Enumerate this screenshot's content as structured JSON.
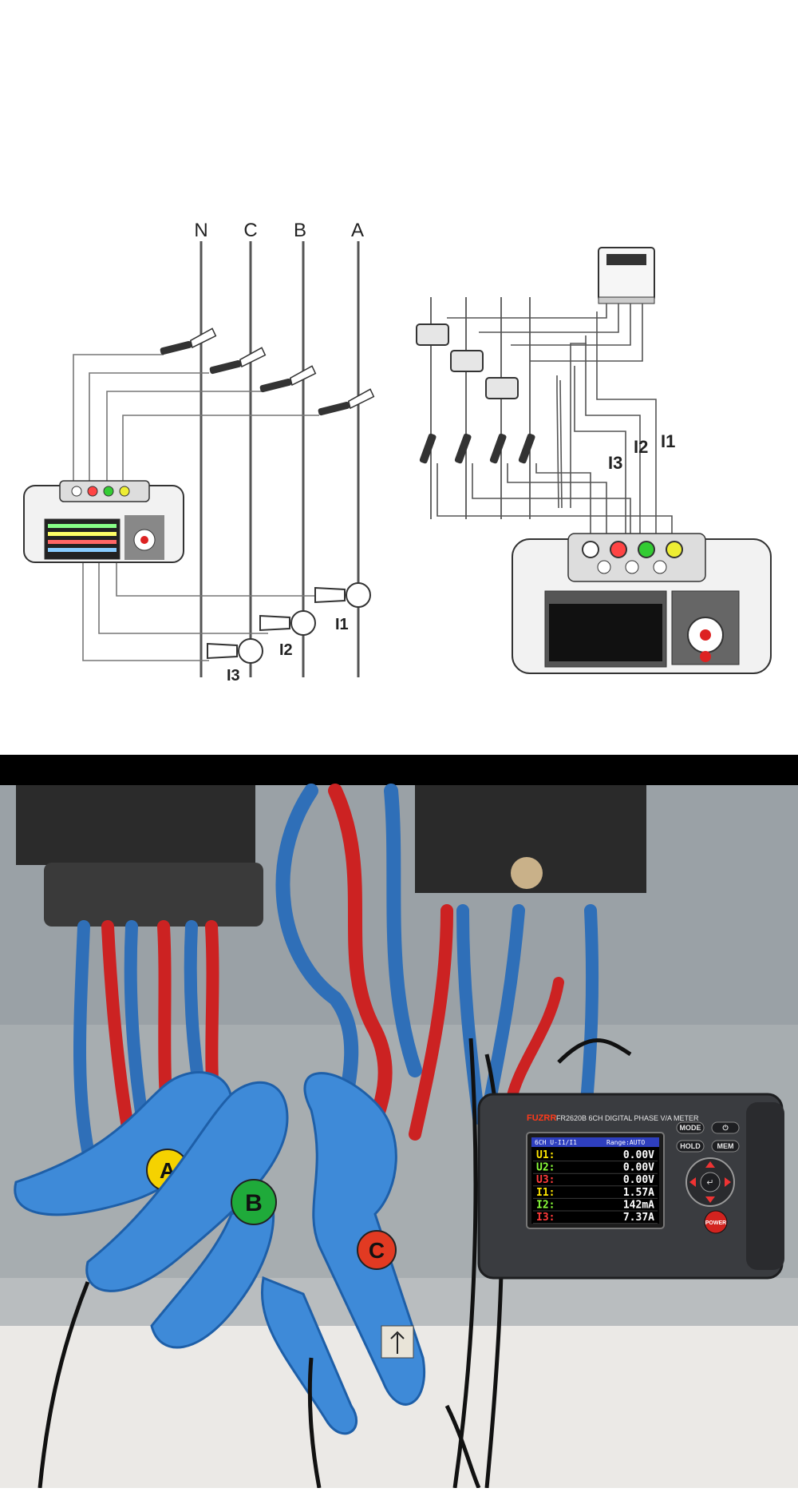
{
  "diagram": {
    "bus_labels": [
      "N",
      "C",
      "B",
      "A"
    ],
    "left_clamp_labels": [
      "I1",
      "I2",
      "I3"
    ],
    "right_labels": [
      "I3",
      "I2",
      "I1"
    ]
  },
  "photo": {
    "clamp_labels": [
      "A",
      "B",
      "C"
    ],
    "meter": {
      "brand": "FUZRR",
      "model_line": "FR2620B 6CH DIGITAL PHASE V/A METER",
      "header_left": "6CH U-I1/I1",
      "header_right": "Range:AUTO",
      "buttons": [
        "MODE",
        "HOLD",
        "MEM",
        "POWER"
      ],
      "readings": [
        {
          "label": "U1:",
          "value": "0.00V",
          "color": "#ffe600"
        },
        {
          "label": "U2:",
          "value": "0.00V",
          "color": "#8bff3a"
        },
        {
          "label": "U3:",
          "value": "0.00V",
          "color": "#ff3a3a"
        },
        {
          "label": "I1:",
          "value": "1.57A",
          "color": "#ffe600"
        },
        {
          "label": "I2:",
          "value": "142mA",
          "color": "#8bff3a"
        },
        {
          "label": "I3:",
          "value": "7.37A",
          "color": "#ff3a3a"
        }
      ]
    }
  }
}
